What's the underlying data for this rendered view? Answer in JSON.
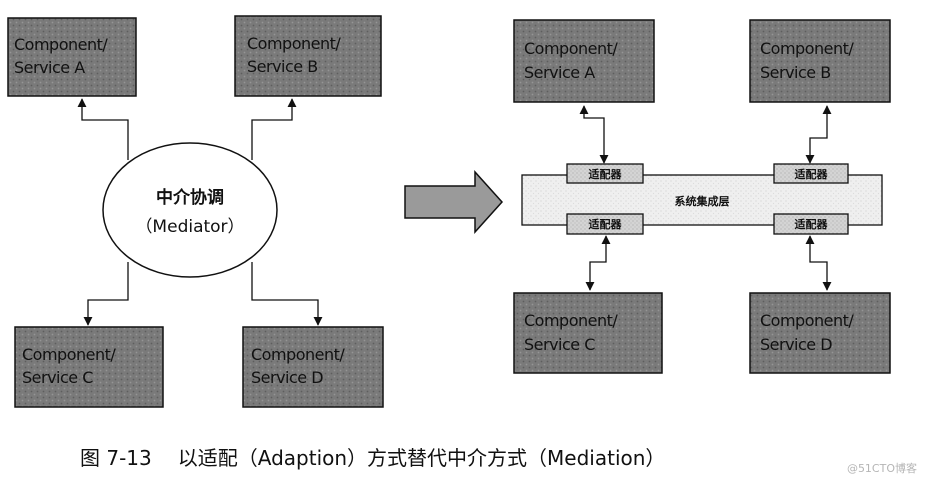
{
  "left": {
    "boxes": [
      {
        "line1": "Component/",
        "line2": "Service A"
      },
      {
        "line1": "Component/",
        "line2": "Service B"
      },
      {
        "line1": "Component/",
        "line2": "Service C"
      },
      {
        "line1": "Component/",
        "line2": "Service D"
      }
    ],
    "mediator": {
      "title": "中介协调",
      "subtitle": "（Mediator）"
    }
  },
  "right": {
    "boxes": [
      {
        "line1": "Component/",
        "line2": "Service A"
      },
      {
        "line1": "Component/",
        "line2": "Service B"
      },
      {
        "line1": "Component/",
        "line2": "Service C"
      },
      {
        "line1": "Component/",
        "line2": "Service D"
      }
    ],
    "adapter_label": "适配器",
    "layer_label": "系统集成层"
  },
  "caption": {
    "number": "图 7-13",
    "text": "以适配（Adaption）方式替代中介方式（Mediation）"
  },
  "watermark": "@51CTO博客",
  "colors": {
    "box_fill": "#7a7a7a",
    "box_stroke": "#111111",
    "layer_fill": "#efefef",
    "adapter_fill": "#d4d4d4",
    "arrow_fill": "#9a9a9a"
  }
}
